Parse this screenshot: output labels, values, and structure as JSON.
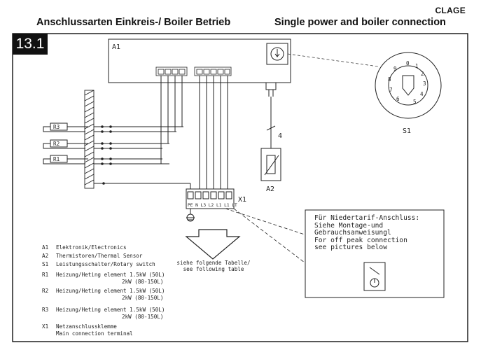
{
  "brand": "CLAGE",
  "header": {
    "left": "Anschlussarten Einkreis-/ Boiler Betrieb",
    "right": "Single power and boiler connection"
  },
  "section_number": "13.1",
  "components": {
    "a1": "A1",
    "a2": "A2",
    "s1": "S1",
    "x1": "X1",
    "wire_no": "4",
    "r3": "R3",
    "r2": "R2",
    "r1": "R1",
    "terminal_labels": "PE N L3 L2 L1 L1 LT",
    "dial_digits": [
      "0",
      "1",
      "2",
      "3",
      "4",
      "5",
      "6",
      "7",
      "8",
      "9"
    ]
  },
  "arrow_text": {
    "line1": "siehe folgende Tabelle/",
    "line2": "see following table"
  },
  "note": {
    "line1": "Für Niedertarif-Anschluss:",
    "line2": "Siehe Montage-und",
    "line3": "Gebrauchsanweisungl",
    "line4": "For off peak connection",
    "line5": "see pictures below"
  },
  "legend": [
    {
      "code": "A1",
      "text": "Elektronik/Electronics"
    },
    {
      "code": "A2",
      "text": "Thermistoren/Thermal Sensor"
    },
    {
      "code": "S1",
      "text": "Leistungsschalter/Rotary switch"
    },
    {
      "code": "R1",
      "text": "Heizung/Heting element 1.5kW (50L)"
    },
    {
      "code": "",
      "text": "2kW   (80-150L)"
    },
    {
      "code": "R2",
      "text": "Heizung/Heting element 1.5kW (50L)"
    },
    {
      "code": "",
      "text": "2kW   (80-150L)"
    },
    {
      "code": "R3",
      "text": "Heizung/Heting element 1.5kW (50L)"
    },
    {
      "code": "",
      "text": "2kW   (80-150L)"
    },
    {
      "code": "X1",
      "text": "Netzanschlussklemme"
    },
    {
      "code": "",
      "text": "Main connection terminal"
    }
  ]
}
